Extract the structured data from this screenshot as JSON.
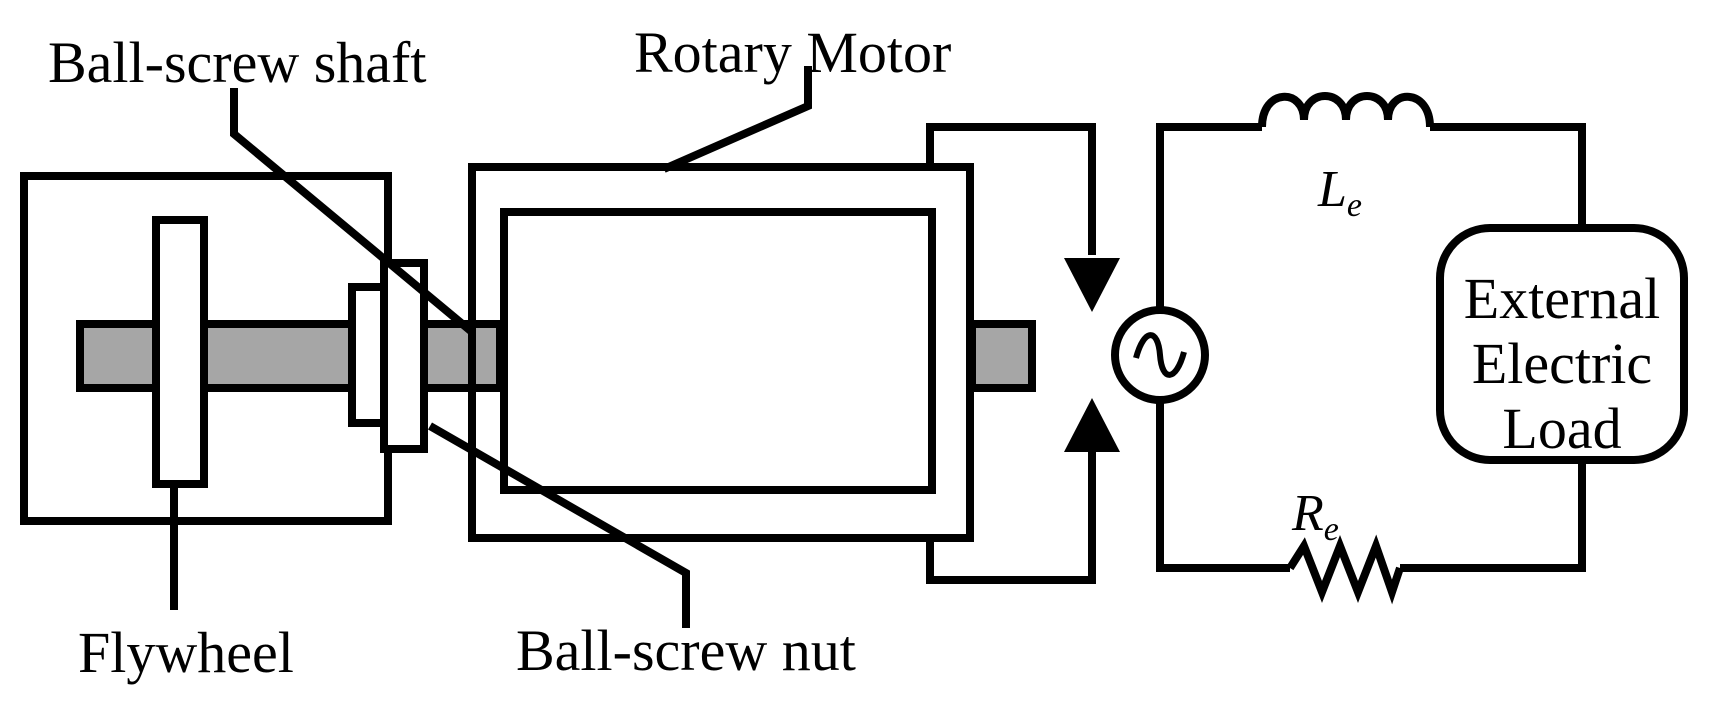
{
  "labels": {
    "ball_screw_shaft": "Ball-screw shaft",
    "rotary_motor": "Rotary Motor",
    "flywheel": "Flywheel",
    "ball_screw_nut": "Ball-screw nut",
    "inductance_symbol": "L",
    "inductance_subscript": "e",
    "resistance_symbol": "R",
    "resistance_subscript": "e",
    "load_line1": "External",
    "load_line2": "Electric",
    "load_line3": "Load"
  },
  "colors": {
    "line": "#000000",
    "shaft_fill": "#a6a6a6",
    "background": "#ffffff"
  }
}
